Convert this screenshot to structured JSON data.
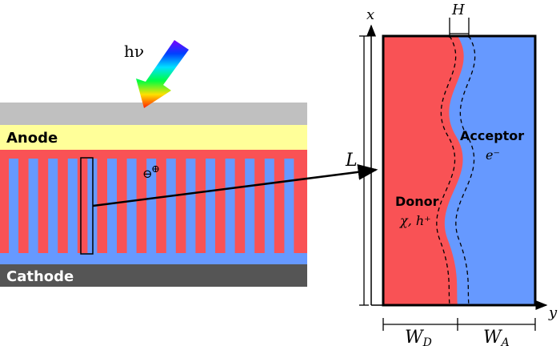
{
  "device": {
    "photon_label": "hν",
    "anode_label": "Anode",
    "cathode_label": "Cathode",
    "exciton_electron": "⊖",
    "exciton_hole": "⊕"
  },
  "detail": {
    "axis_x": "x",
    "axis_y": "y",
    "interface_width_label": "H",
    "length_label": "L",
    "donor_label": "Donor",
    "donor_species": "χ, h⁺",
    "acceptor_label": "Acceptor",
    "acceptor_species": "e⁻",
    "donor_width_label": "W",
    "donor_width_sub": "D",
    "acceptor_width_label": "W",
    "acceptor_width_sub": "A"
  },
  "colors": {
    "donor": "#f95255",
    "acceptor": "#6699ff",
    "anode": "#ffff99",
    "top_glass": "#c0c0c0",
    "cathode": "#555555"
  }
}
